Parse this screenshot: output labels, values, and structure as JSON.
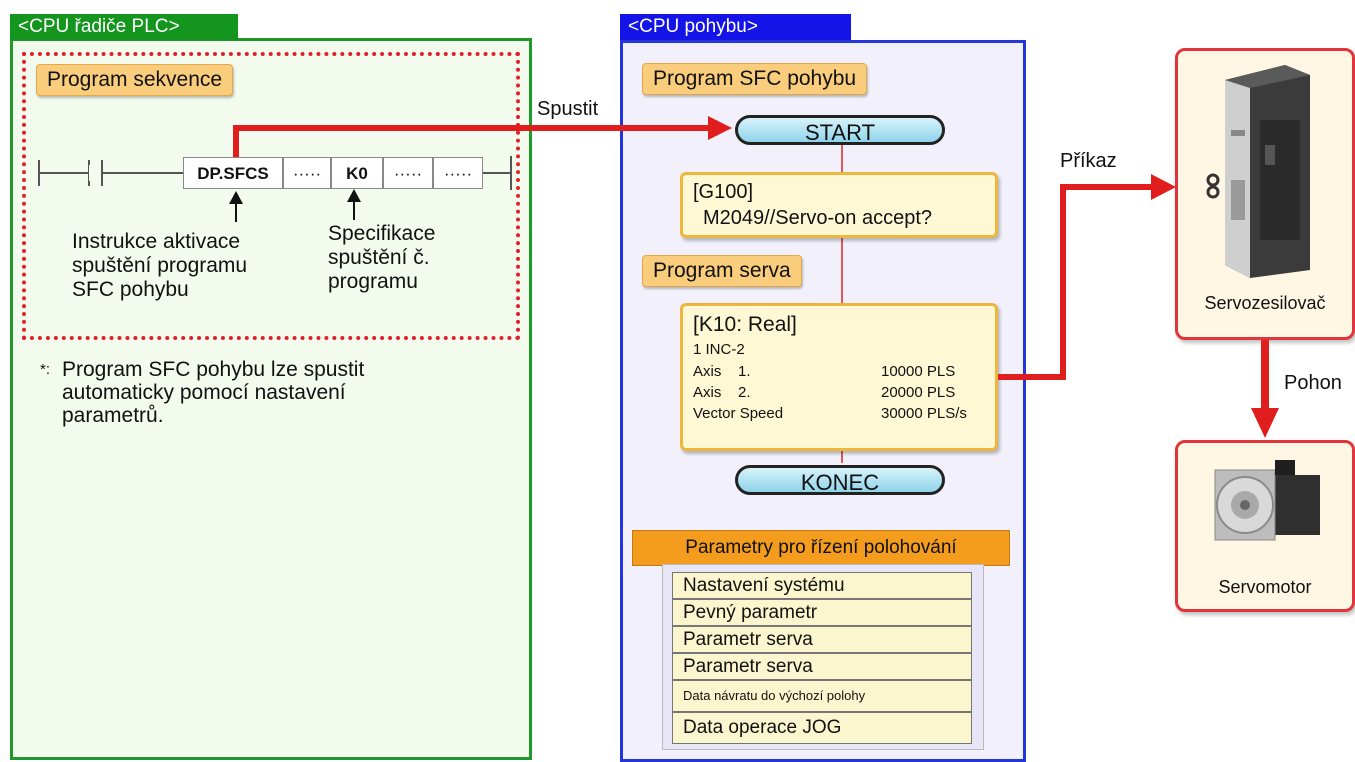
{
  "plc": {
    "tab": "<CPU řadiče PLC>",
    "program_label": "Program sekvence",
    "ladder": {
      "instruction": "DP.SFCS",
      "dots": "·····",
      "k0": "K0"
    },
    "annotation_left": [
      "Instrukce aktivace",
      "spuštění programu",
      "SFC pohybu"
    ],
    "annotation_right": [
      "Specifikace",
      "spuštění č.",
      "programu"
    ],
    "note_marker": "*:",
    "note_lines": [
      "Program SFC pohybu lze spustit",
      "automaticky pomocí nastavení",
      "parametrů."
    ]
  },
  "start_label": "Spustit",
  "motion": {
    "tab": "<CPU pohybu>",
    "sfc_label": "Program SFC pohybu",
    "start": "START",
    "g100_title": "[G100]",
    "g100_line": "M2049//Servo-on accept?",
    "servo_label": "Program serva",
    "k10_title": "[K10: Real]",
    "k10_sub": "1 INC-2",
    "k10_rows": [
      {
        "name": "Axis    1.",
        "value": "10000 PLS"
      },
      {
        "name": "Axis    2.",
        "value": "20000 PLS"
      },
      {
        "name": "Vector Speed",
        "value": "30000 PLS/s"
      }
    ],
    "end": "KONEC",
    "params_header": "Parametry pro řízení polohování",
    "params": [
      "Nastavení systému",
      "Pevný parametr",
      "Parametr serva",
      "Parametr serva",
      "Data návratu do výchozí polohy",
      "Data operace JOG"
    ]
  },
  "command_label": "Příkaz",
  "drive_label": "Pohon",
  "amp_label": "Servozesilovač",
  "motor_label": "Servomotor",
  "colors": {
    "red_arrow": "#e01e1e",
    "plc_green": "#14961e",
    "motion_blue": "#1414e8",
    "label_ochre": "#f9cd7b",
    "param_orange": "#f39c1d"
  }
}
